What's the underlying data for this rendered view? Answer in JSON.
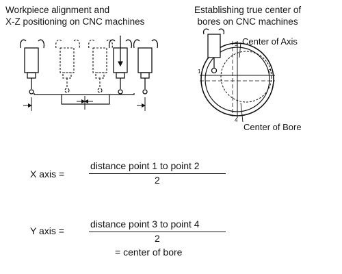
{
  "left_caption": [
    "Workpiece alignment and",
    "X-Z positioning on CNC machines"
  ],
  "right_caption": [
    "Establishing true center of",
    "bores on CNC machines"
  ],
  "labels": {
    "center_axis": "Center of  Axis",
    "center_bore": "Center of Bore",
    "point_1": "1",
    "point_2": "2",
    "point_3": "3",
    "point_4": "4"
  },
  "formulas": {
    "x": {
      "lhs": "X axis =",
      "numerator": "distance point 1 to point 2",
      "denominator": "2"
    },
    "y": {
      "lhs": "Y axis =",
      "numerator": "distance point 3 to point 4",
      "denominator": "2",
      "result": "= center of bore"
    }
  }
}
